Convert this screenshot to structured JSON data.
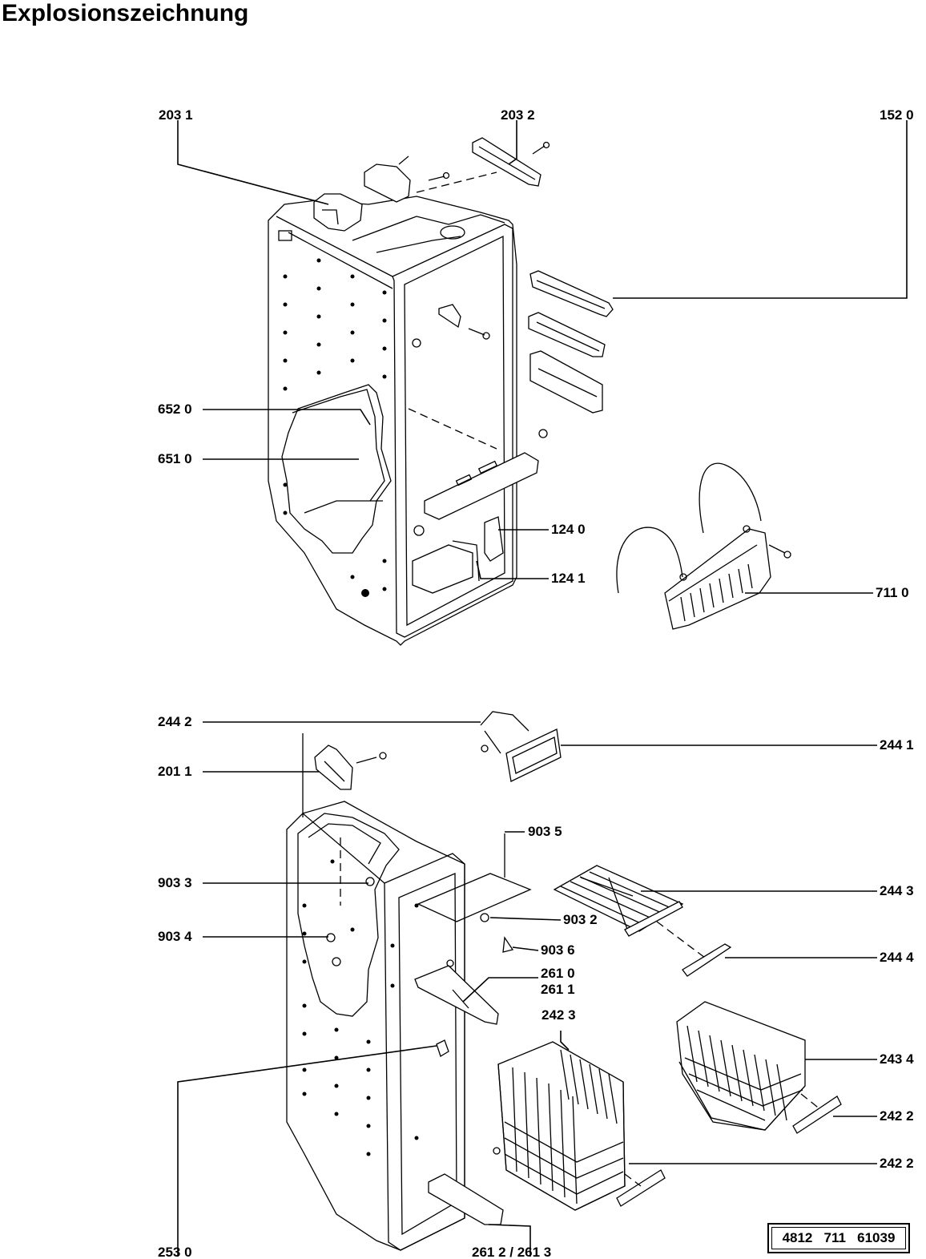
{
  "title": "Explosionszeichnung",
  "labels": {
    "l2031": "203 1",
    "l2032": "203  2",
    "l1520": "152  0",
    "l6520": "652 0",
    "l6510": "651 0",
    "l1240": "124  0",
    "l1241": "124 1",
    "l7110": "711  0",
    "l2442": "244 2",
    "l2441": "244 1",
    "l2011": "201 1",
    "l9035": "903  5",
    "l9033": "903  3",
    "l2443": "244 3",
    "l9032": "903  2",
    "l9034": "903  4",
    "l9036": "903  6",
    "l2444": "244 4",
    "l2610": "261  0",
    "l2611": "261  1",
    "l2423": "242  3",
    "l2434": "243  4",
    "l2422a": "242  2",
    "l2422b": "242  2",
    "l2530": "253 0",
    "l2612": "261  2  /  261  3"
  },
  "part_number": "4812   711   61039"
}
